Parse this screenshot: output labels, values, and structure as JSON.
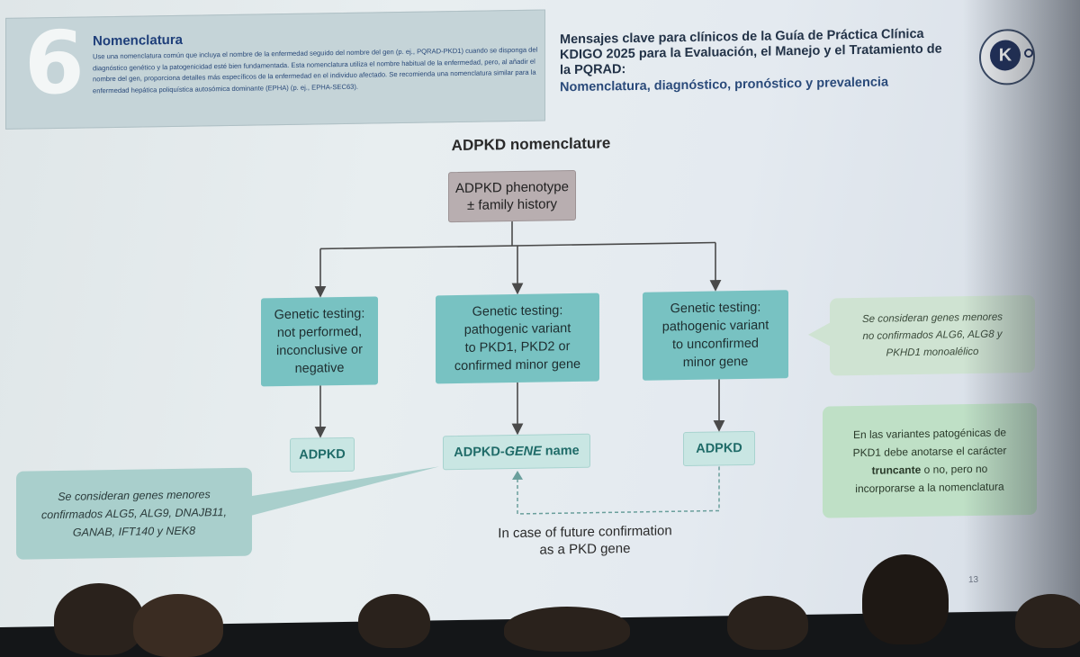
{
  "recommendation": {
    "number": "6",
    "title": "Nomenclatura",
    "text": "Use una nomenclatura común que incluya el nombre de la enfermedad seguido del nombre del gen (p. ej., PQRAD-PKD1) cuando se disponga del diagnóstico genético y la patogenicidad esté bien fundamentada. Esta nomenclatura utiliza el nombre habitual de la enfermedad, pero, al añadir el nombre del gen, proporciona detalles más específicos de la enfermedad en el individuo afectado. Se recomienda una nomenclatura similar para la enfermedad hepática poliquística autosómica dominante (EPHA) (p. ej., EPHA-SEC63)."
  },
  "header": {
    "title": "Mensajes clave para clínicos de la Guía de Práctica Clínica KDIGO 2025 para la Evaluación, el Manejo y el Tratamiento de la PQRAD:",
    "subtitle": "Nomenclatura, diagnóstico, pronóstico y prevalencia",
    "logo_letter": "K"
  },
  "diagram": {
    "title": "ADPKD nomenclature",
    "phenotype": {
      "line1": "ADPKD phenotype",
      "line2": "± family history"
    },
    "tests": [
      {
        "lines": [
          "Genetic testing:",
          "not performed,",
          "inconclusive or",
          "negative"
        ]
      },
      {
        "lines": [
          "Genetic testing:",
          "pathogenic variant",
          "to PKD1, PKD2 or",
          "confirmed minor gene"
        ]
      },
      {
        "lines": [
          "Genetic testing:",
          "pathogenic variant",
          "to unconfirmed",
          "minor gene"
        ]
      }
    ],
    "results": {
      "r1": "ADPKD",
      "r2_prefix": "ADPKD-",
      "r2_italic": "GENE",
      "r2_suffix": " name",
      "r3": "ADPKD"
    },
    "future": {
      "line1": "In case of future confirmation",
      "line2": "as a PKD gene"
    }
  },
  "callouts": {
    "left": {
      "line1": "Se consideran genes menores",
      "line2": "confirmados ALG5, ALG9, DNAJB11,",
      "line3": "GANAB, IFT140 y NEK8"
    },
    "right_top": {
      "line1": "Se consideran genes menores",
      "line2": "no confirmados ALG6, ALG8 y",
      "line3": "PKHD1 monoalélico"
    },
    "right_bottom": {
      "line1": "En las variantes patogénicas de",
      "line2": "PKD1 debe anotarse el carácter",
      "line3_bold": "truncante",
      "line3_rest": " o no, pero no",
      "line4": "incorporarse a la nomenclatura"
    }
  },
  "page_number": "13",
  "colors": {
    "test_box": "#78c2c2",
    "result_box": "#c9e6e3",
    "phenotype_box": "#b8aeb0",
    "recommendation_box": "#c5d4d8"
  }
}
